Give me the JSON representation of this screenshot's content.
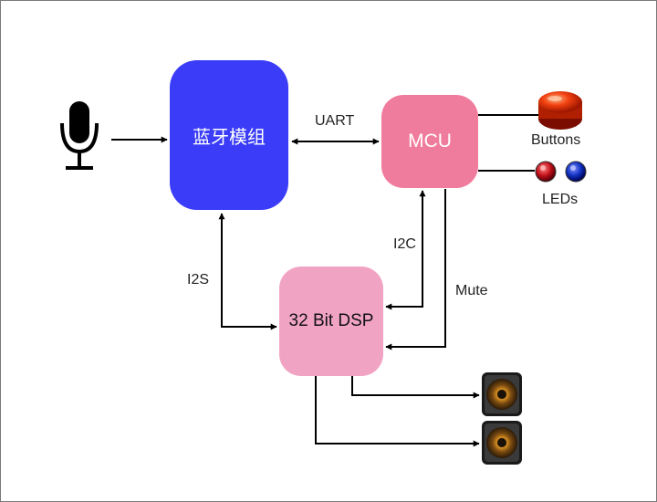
{
  "blocks": {
    "bluetooth": "蓝牙模组",
    "mcu": "MCU",
    "dsp": "32 Bit DSP"
  },
  "links": {
    "uart": "UART",
    "i2s": "I2S",
    "i2c": "I2C",
    "mute": "Mute"
  },
  "peripherals": {
    "buttons": "Buttons",
    "leds": "LEDs"
  },
  "icons": {
    "microphone": "microphone-icon",
    "speaker": "speaker-icon",
    "button": "red-push-button-icon",
    "led": "led-icon"
  },
  "colors": {
    "bluetooth_block": "#3a3cf8",
    "mcu_block": "#f07c9d",
    "dsp_block": "#f1a3c4",
    "led_red": "#c0101a",
    "led_blue": "#1030c0"
  }
}
